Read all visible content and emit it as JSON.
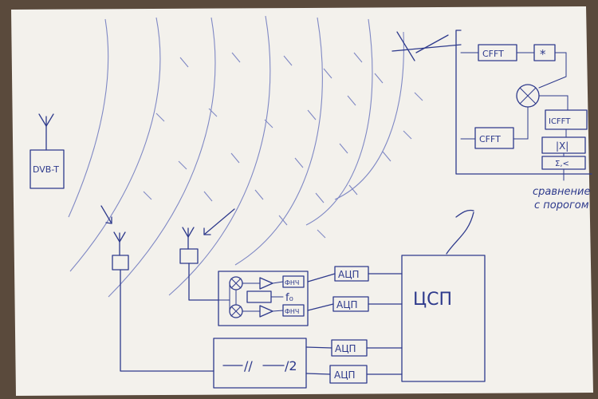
{
  "labels": {
    "tx": "DVB-T",
    "cfft_top": "CFFT",
    "star": "*",
    "cfft_bottom": "CFFT",
    "icfft": "ICFFT",
    "abs_x": "|X|",
    "sigma": "Σ,<",
    "compare_line1": "сравнение",
    "compare_line2": "с порогом",
    "dsp": "ЦСП",
    "adc1": "АЦП",
    "adc2": "АЦП",
    "adc3": "АЦП",
    "adc4": "АЦП",
    "f0": "f₀",
    "fnch1": "ФНЧ",
    "fnch2": "ФНЧ",
    "delay1": "//",
    "delay2": "/2"
  },
  "colors": {
    "ink": "#2e3a8c",
    "wave": "#7f88c4",
    "paper": "#f3f1ec",
    "background": "#5a4a3c"
  }
}
